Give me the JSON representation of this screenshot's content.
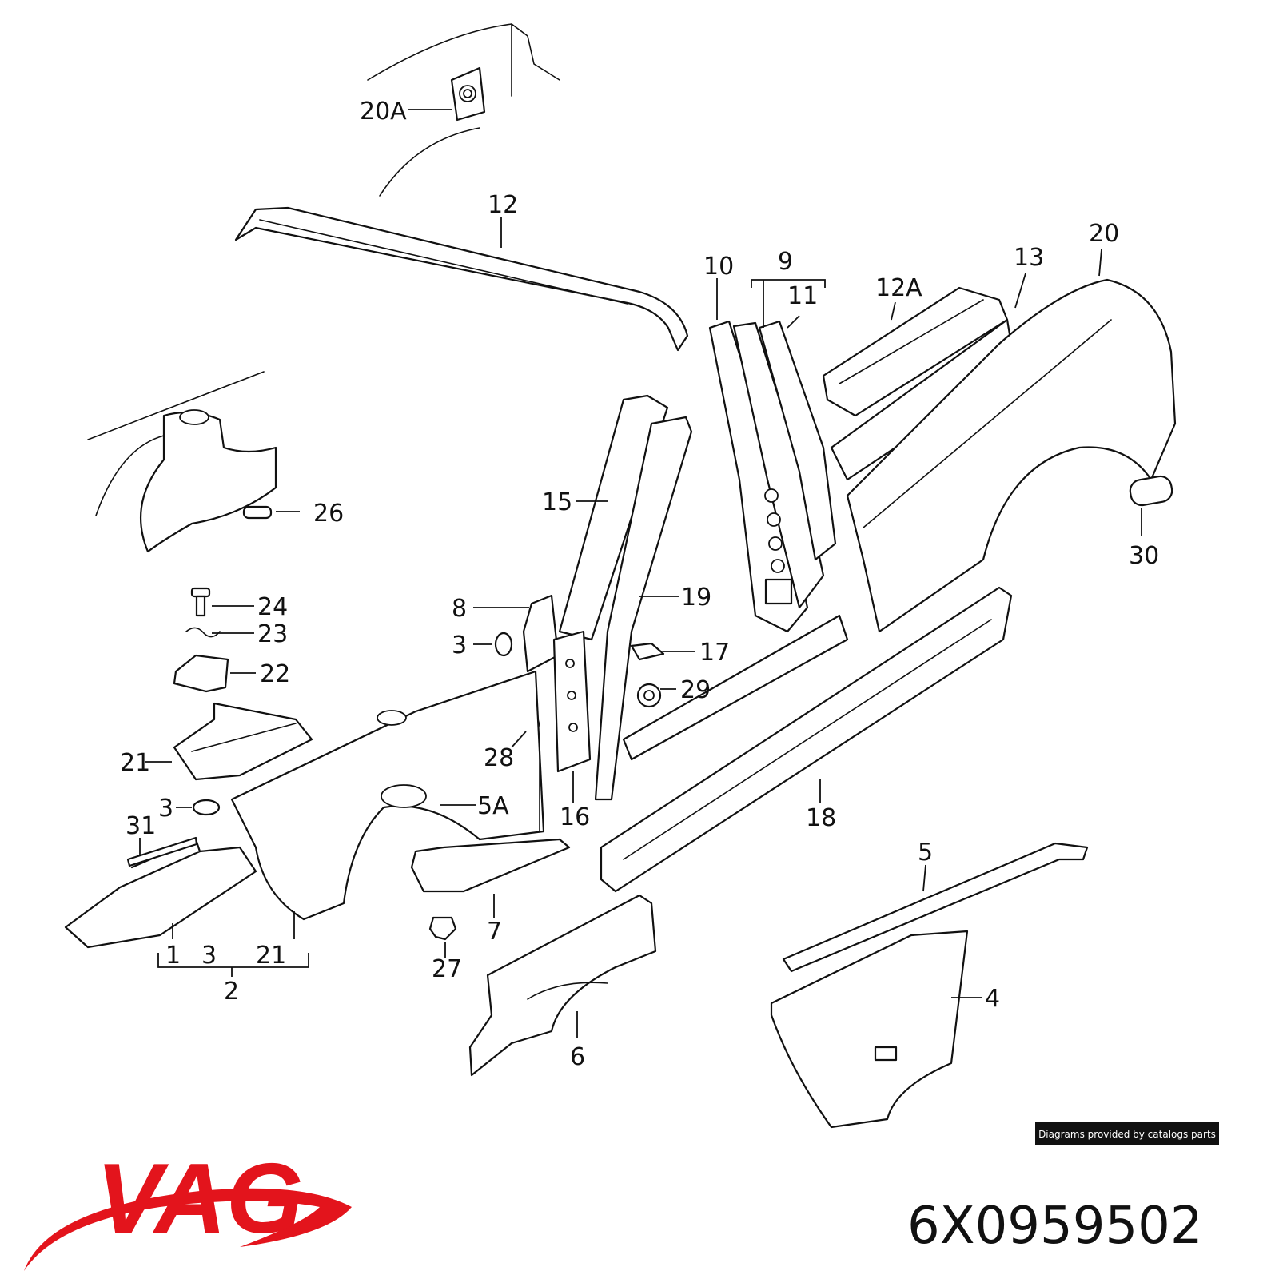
{
  "labels": [
    {
      "id": "20A",
      "text": "20A"
    },
    {
      "id": "12",
      "text": "12"
    },
    {
      "id": "10",
      "text": "10"
    },
    {
      "id": "9",
      "text": "9"
    },
    {
      "id": "11",
      "text": "11"
    },
    {
      "id": "12A",
      "text": "12A"
    },
    {
      "id": "13",
      "text": "13"
    },
    {
      "id": "20",
      "text": "20"
    },
    {
      "id": "26",
      "text": "26"
    },
    {
      "id": "15",
      "text": "15"
    },
    {
      "id": "30",
      "text": "30"
    },
    {
      "id": "24",
      "text": "24"
    },
    {
      "id": "23",
      "text": "23"
    },
    {
      "id": "8",
      "text": "8"
    },
    {
      "id": "19",
      "text": "19"
    },
    {
      "id": "3a",
      "text": "3"
    },
    {
      "id": "17",
      "text": "17"
    },
    {
      "id": "22",
      "text": "22"
    },
    {
      "id": "29",
      "text": "29"
    },
    {
      "id": "28",
      "text": "28"
    },
    {
      "id": "21a",
      "text": "21"
    },
    {
      "id": "3b",
      "text": "3"
    },
    {
      "id": "5A",
      "text": "5A"
    },
    {
      "id": "16",
      "text": "16"
    },
    {
      "id": "18",
      "text": "18"
    },
    {
      "id": "31",
      "text": "31"
    },
    {
      "id": "5",
      "text": "5"
    },
    {
      "id": "7",
      "text": "7"
    },
    {
      "id": "1",
      "text": "1"
    },
    {
      "id": "3c",
      "text": "3"
    },
    {
      "id": "21b",
      "text": "21"
    },
    {
      "id": "27",
      "text": "27"
    },
    {
      "id": "2",
      "text": "2"
    },
    {
      "id": "4",
      "text": "4"
    },
    {
      "id": "6",
      "text": "6"
    }
  ],
  "credit": "Diagrams provided by catalogs parts",
  "brand": {
    "name": "VAG",
    "color": "#e3141c"
  },
  "part_number": "6X0959502"
}
